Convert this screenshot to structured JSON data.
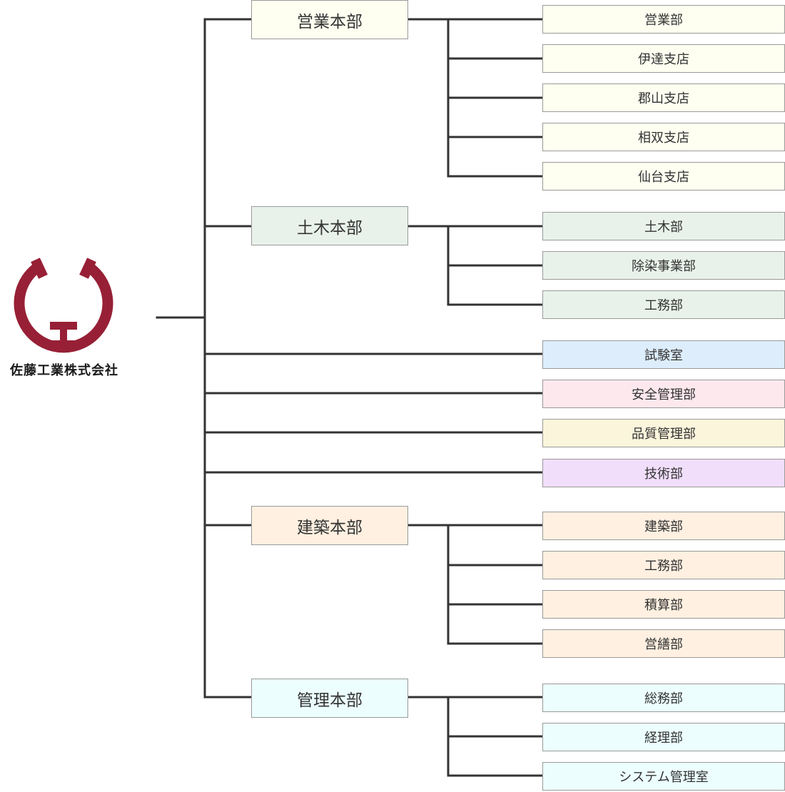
{
  "company": {
    "name": "佐藤工業株式会社",
    "logo_icon": "company-logo-icon",
    "brand_color": "#972036"
  },
  "colors": {
    "line": "#333333",
    "eigyo": "#fefff0",
    "doboku": "#e8f2ea",
    "shiken": "#ddedfb",
    "anzen": "#fde8ee",
    "hinshitsu": "#fbf5dc",
    "gijutsu": "#f1defb",
    "kenchiku": "#fff0e1",
    "kanri": "#ecfefe"
  },
  "divisions": [
    {
      "id": "eigyo",
      "label": "営業本部",
      "color": "#fefff0",
      "departments": [
        "営業部",
        "伊達支店",
        "郡山支店",
        "相双支店",
        "仙台支店"
      ]
    },
    {
      "id": "doboku",
      "label": "土木本部",
      "color": "#e8f2ea",
      "departments": [
        "土木部",
        "除染事業部",
        "工務部"
      ]
    },
    {
      "id": "kenchiku",
      "label": "建築本部",
      "color": "#fff0e1",
      "departments": [
        "建築部",
        "工務部",
        "積算部",
        "営繕部"
      ]
    },
    {
      "id": "kanri",
      "label": "管理本部",
      "color": "#ecfefe",
      "departments": [
        "総務部",
        "経理部",
        "システム管理室"
      ]
    }
  ],
  "direct_departments": [
    {
      "id": "shiken",
      "label": "試験室",
      "color": "#ddedfb"
    },
    {
      "id": "anzen",
      "label": "安全管理部",
      "color": "#fde8ee"
    },
    {
      "id": "hinshitsu",
      "label": "品質管理部",
      "color": "#fbf5dc"
    },
    {
      "id": "gijutsu",
      "label": "技術部",
      "color": "#f1defb"
    }
  ]
}
